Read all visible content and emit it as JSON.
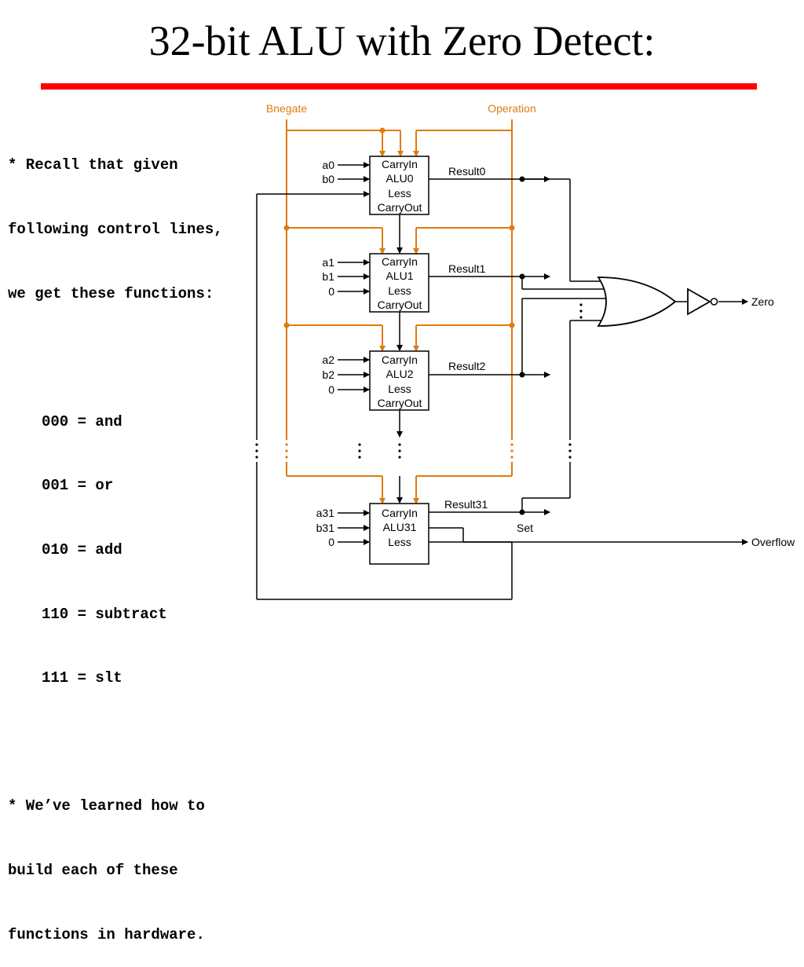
{
  "title": "32-bit ALU with Zero Detect:",
  "notes": {
    "intro_lines": [
      "* Recall that given",
      "following control lines,",
      "we get these functions:"
    ],
    "functions": [
      "000 = and",
      "001 = or",
      "010 = add",
      "110 = subtract",
      "111 = slt"
    ],
    "closing_lines": [
      "* We’ve learned how to",
      "build each of these",
      "functions in hardware."
    ]
  },
  "diagram": {
    "bnegate_label": "Bnegate",
    "operation_label": "Operation",
    "zero_label": "Zero",
    "overflow_label": "Overflow",
    "set_label": "Set",
    "alus": [
      {
        "a": "a0",
        "b": "b0",
        "name": "ALU0",
        "result": "Result0"
      },
      {
        "a": "a1",
        "b": "b1",
        "less_in": "0",
        "name": "ALU1",
        "result": "Result1"
      },
      {
        "a": "a2",
        "b": "b2",
        "less_in": "0",
        "name": "ALU2",
        "result": "Result2"
      },
      {
        "a": "a31",
        "b": "b31",
        "less_in": "0",
        "name": "ALU31",
        "result": "Result31"
      }
    ],
    "port_carryin": "CarryIn",
    "port_less": "Less",
    "port_carryout": "CarryOut",
    "control_color": "#e07b10",
    "wire_color": "#000000",
    "rule_color": "#ff0000"
  }
}
